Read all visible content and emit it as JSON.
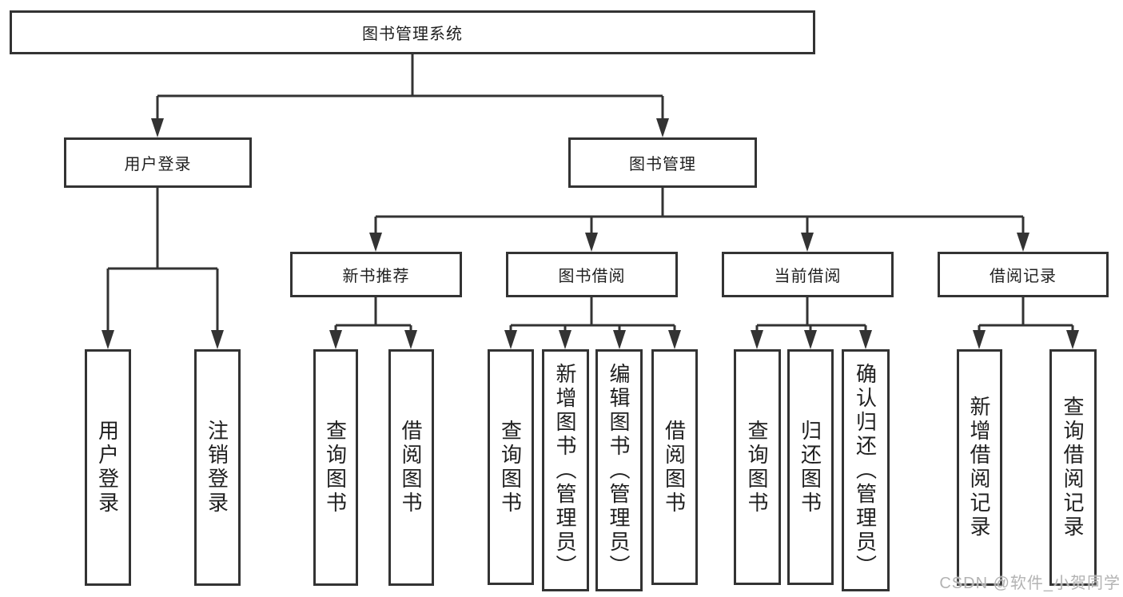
{
  "colors": {
    "box_border": "#333333",
    "line": "#333333",
    "text": "#1f1f1f",
    "watermark": "#b3b3b3",
    "bg": "#ffffff"
  },
  "tree": {
    "root": {
      "label": "图书管理系统"
    },
    "branches": [
      {
        "label": "用户登录",
        "children": [
          {
            "label": "用户登录"
          },
          {
            "label": "注销登录"
          }
        ]
      },
      {
        "label": "图书管理",
        "children": [
          {
            "label": "新书推荐",
            "children": [
              {
                "label": "查询图书"
              },
              {
                "label": "借阅图书"
              }
            ]
          },
          {
            "label": "图书借阅",
            "children": [
              {
                "label": "查询图书"
              },
              {
                "label": "新增图书（管理员）"
              },
              {
                "label": "编辑图书（管理员）"
              },
              {
                "label": "借阅图书"
              }
            ]
          },
          {
            "label": "当前借阅",
            "children": [
              {
                "label": "查询图书"
              },
              {
                "label": "归还图书"
              },
              {
                "label": "确认归还（管理员）"
              }
            ]
          },
          {
            "label": "借阅记录",
            "children": [
              {
                "label": "新增借阅记录"
              },
              {
                "label": "查询借阅记录"
              }
            ]
          }
        ]
      }
    ]
  },
  "watermark": {
    "text": "CSDN @软件_小贺同学"
  }
}
